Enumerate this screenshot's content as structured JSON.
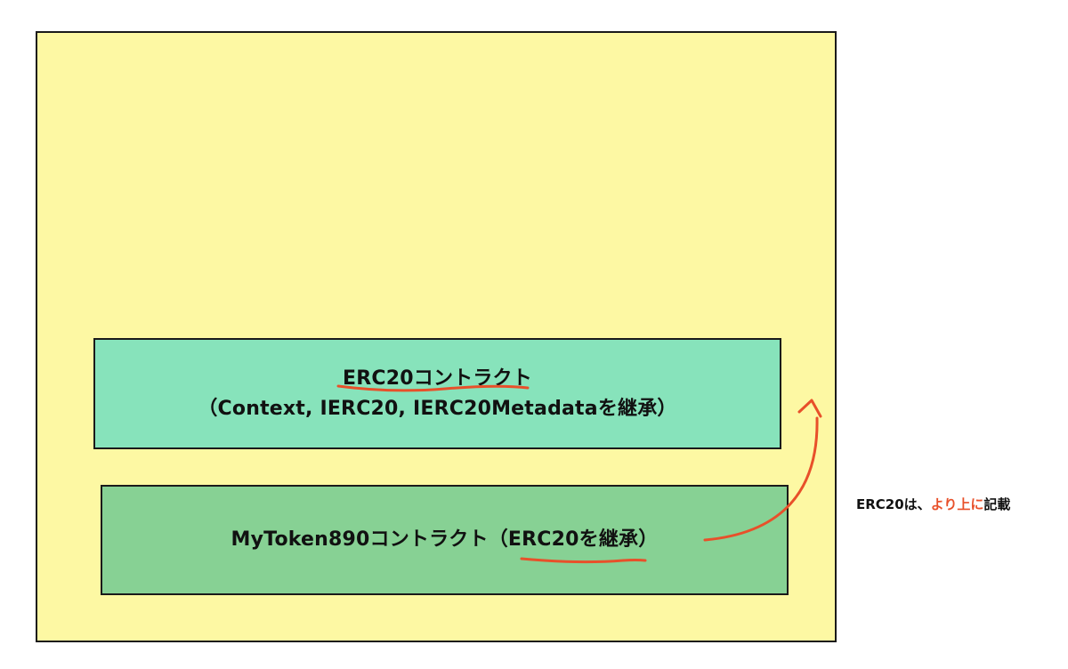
{
  "diagram": {
    "erc20_box": {
      "title": "ERC20コントラクト",
      "subtitle": "（Context, IERC20, IERC20Metadataを継承）"
    },
    "mytoken_box": {
      "prefix": "MyToken890コントラクト（",
      "highlight": "ERC20を継承",
      "suffix": "）"
    },
    "side_note": {
      "prefix": "ERC20は、",
      "highlight": "より上に",
      "suffix": "記載"
    },
    "colors": {
      "outer_fill": "#fdf8a3",
      "erc20_fill": "#87e3bb",
      "mytoken_fill": "#87d194",
      "annotation": "#e8502a",
      "stroke": "#1a1a1a"
    },
    "annotation_icons": [
      "curved-arrow-icon",
      "underline-mark"
    ]
  }
}
